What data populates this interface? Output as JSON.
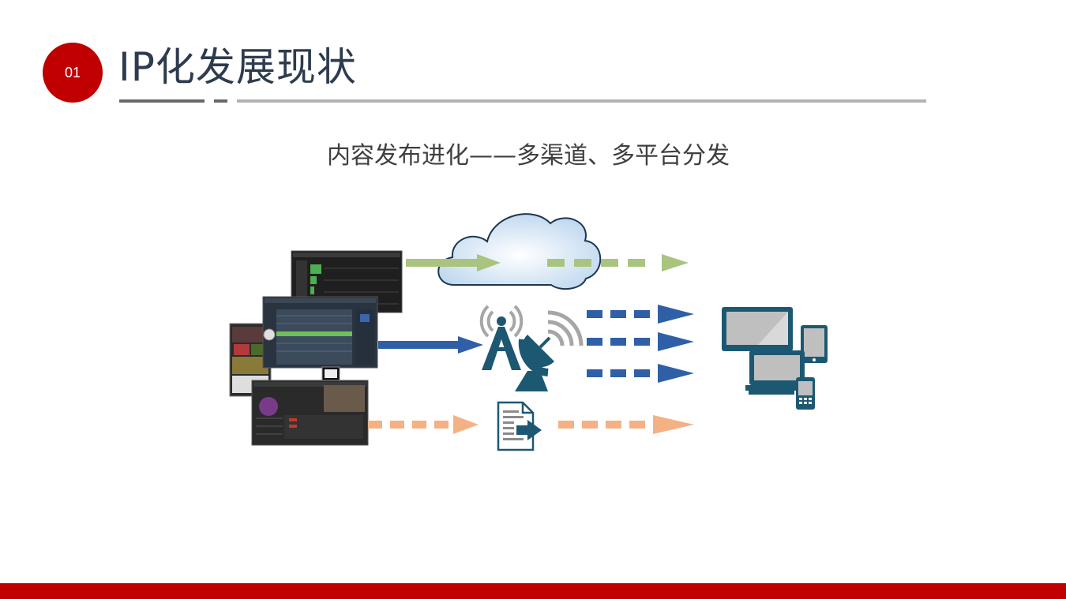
{
  "slide": {
    "number": "01",
    "title": "IP化发展现状",
    "subtitle": "内容发布进化——多渠道、多平台分发"
  },
  "colors": {
    "accent_red": "#c00000",
    "title_text": "#2e3b4e",
    "arrow_green": "#a9c47f",
    "arrow_blue": "#2f5fa7",
    "arrow_orange": "#f4b183",
    "icon_teal": "#1d5873",
    "icon_gray": "#a6a6a6"
  },
  "icons": {
    "source": "broadcast-software-screens",
    "cloud": "cloud-icon",
    "broadcast": "broadcast-tower-satellite-icon",
    "file": "file-export-icon",
    "devices": "multi-device-icon"
  }
}
